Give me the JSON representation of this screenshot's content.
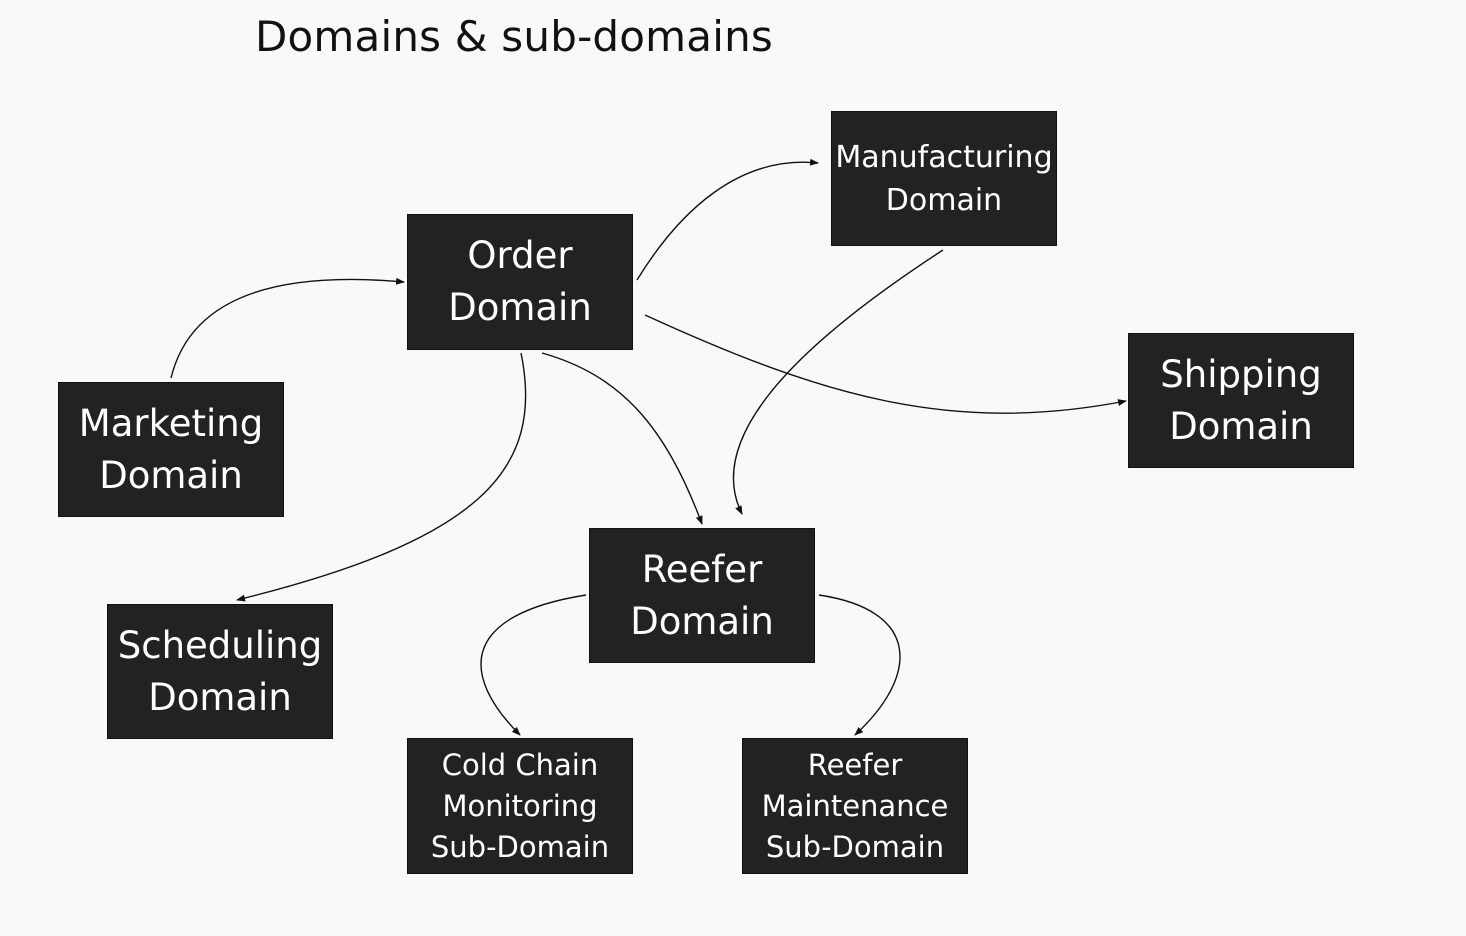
{
  "title": "Domains & sub-domains",
  "colors": {
    "background": "#f9f9f9",
    "node_fill": "#222222",
    "node_text": "#ffffff",
    "edge": "#111111"
  },
  "nodes": {
    "order": [
      "Order",
      "Domain"
    ],
    "manufacturing": [
      "Manufacturing",
      "Domain"
    ],
    "shipping": [
      "Shipping",
      "Domain"
    ],
    "marketing": [
      "Marketing",
      "Domain"
    ],
    "reefer": [
      "Reefer",
      "Domain"
    ],
    "scheduling": [
      "Scheduling",
      "Domain"
    ],
    "coldchain": [
      "Cold Chain",
      "Monitoring",
      "Sub-Domain"
    ],
    "maintenance": [
      "Reefer",
      "Maintenance",
      "Sub-Domain"
    ]
  },
  "edges": [
    {
      "from": "marketing",
      "to": "order"
    },
    {
      "from": "order",
      "to": "manufacturing"
    },
    {
      "from": "order",
      "to": "shipping"
    },
    {
      "from": "order",
      "to": "scheduling"
    },
    {
      "from": "order",
      "to": "reefer"
    },
    {
      "from": "manufacturing",
      "to": "reefer"
    },
    {
      "from": "reefer",
      "to": "coldchain"
    },
    {
      "from": "reefer",
      "to": "maintenance"
    }
  ]
}
